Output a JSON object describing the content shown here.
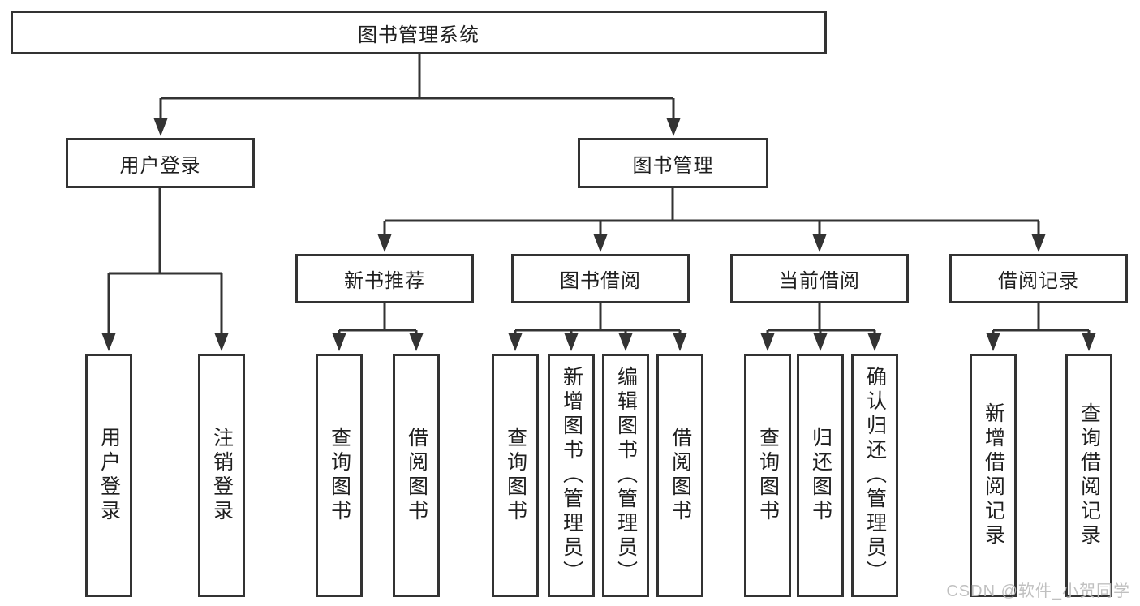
{
  "tree": {
    "label": "图书管理系统",
    "children": [
      {
        "label": "用户登录",
        "children": [
          {
            "label": "用户登录"
          },
          {
            "label": "注销登录"
          }
        ]
      },
      {
        "label": "图书管理",
        "children": [
          {
            "label": "新书推荐",
            "children": [
              {
                "label": "查询图书"
              },
              {
                "label": "借阅图书"
              }
            ]
          },
          {
            "label": "图书借阅",
            "children": [
              {
                "label": "查询图书"
              },
              {
                "label": "新增图书（管理员）"
              },
              {
                "label": "编辑图书（管理员）"
              },
              {
                "label": "借阅图书"
              }
            ]
          },
          {
            "label": "当前借阅",
            "children": [
              {
                "label": "查询图书"
              },
              {
                "label": "归还图书"
              },
              {
                "label": "确认归还（管理员）"
              }
            ]
          },
          {
            "label": "借阅记录",
            "children": [
              {
                "label": "新增借阅记录"
              },
              {
                "label": "查询借阅记录"
              }
            ]
          }
        ]
      }
    ]
  },
  "watermark": "CSDN @软件_小贺同学",
  "colors": {
    "line": "#333333",
    "text": "#1f1f1f",
    "watermark": "#bdbdbd",
    "background": "#ffffff"
  }
}
